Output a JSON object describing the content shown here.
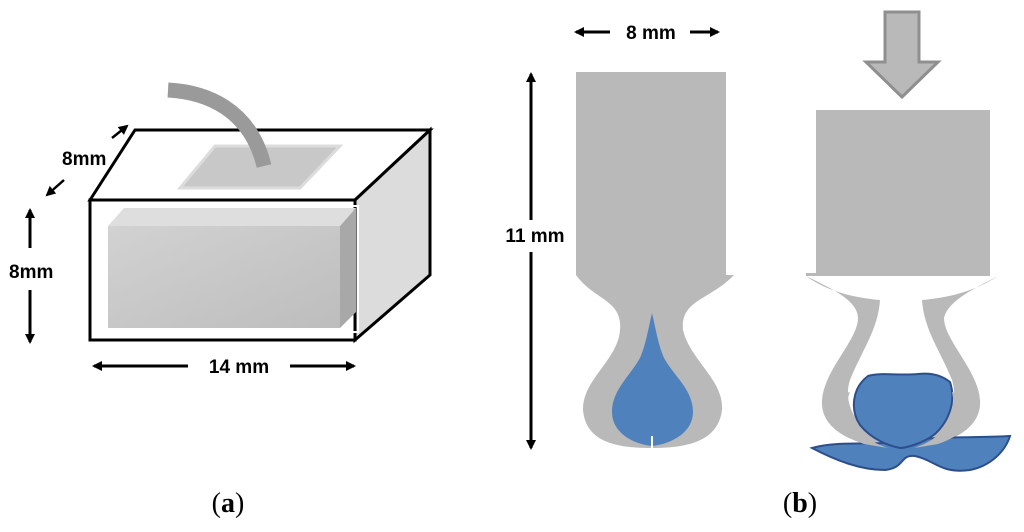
{
  "panel_a": {
    "depth_label": "8mm",
    "height_label": "8mm",
    "width_label": "14 mm",
    "caption_open": "(",
    "caption_letter": "a",
    "caption_close": ")"
  },
  "panel_b": {
    "width_label": "8 mm",
    "height_label": "11 mm",
    "caption_open": "(",
    "caption_letter": "b",
    "caption_close": ")"
  },
  "colors": {
    "probe_gray": "#b9b9b9",
    "fluid_blue": "#4f81bd",
    "fluid_outline": "#2c4f8c",
    "box_inner": "#c8c8c8",
    "box_side": "#d9d9d9",
    "outline": "#000000"
  },
  "icons": [
    "double-arrow-icon",
    "press-down-arrow-icon"
  ]
}
